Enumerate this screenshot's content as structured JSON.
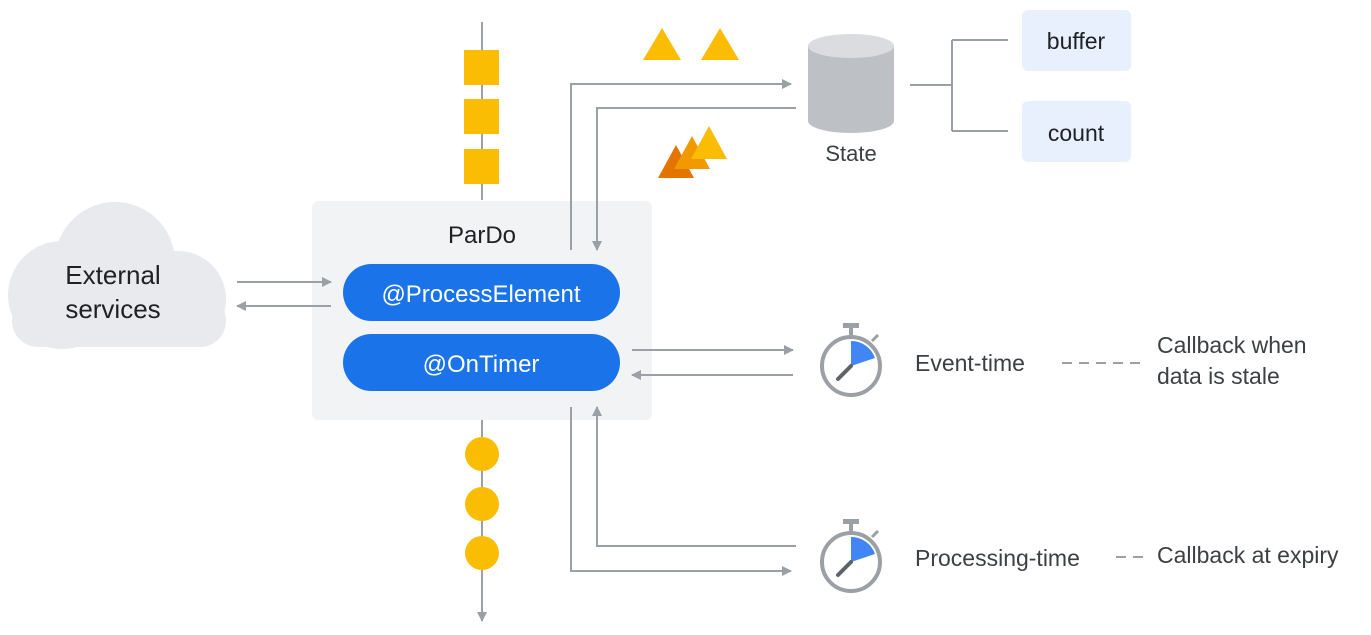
{
  "external": {
    "label_line1": "External",
    "label_line2": "services"
  },
  "pardo": {
    "title": "ParDo",
    "process_element": "@ProcessElement",
    "on_timer": "@OnTimer"
  },
  "state": {
    "label": "State",
    "items": [
      {
        "label": "buffer"
      },
      {
        "label": "count"
      }
    ]
  },
  "timers": [
    {
      "label": "Event-time",
      "callback_line1": "Callback when",
      "callback_line2": "data is stale"
    },
    {
      "label": "Processing-time",
      "callback_line1": "Callback at expiry",
      "callback_line2": ""
    }
  ],
  "colors": {
    "accent": "#1a73e8",
    "yellow": "#fbbc04",
    "orange": "#e37400",
    "arrow": "#9aa0a6",
    "box_bg": "#f1f3f4",
    "cloud": "#e8eaed",
    "chip_bg": "#e8f0fe",
    "cylinder": "#bdc1c6",
    "text": "#202124"
  },
  "icons": [
    "cloud-icon",
    "database-icon",
    "stopwatch-icon",
    "square-marker-icon",
    "circle-marker-icon",
    "triangle-marker-icon"
  ]
}
